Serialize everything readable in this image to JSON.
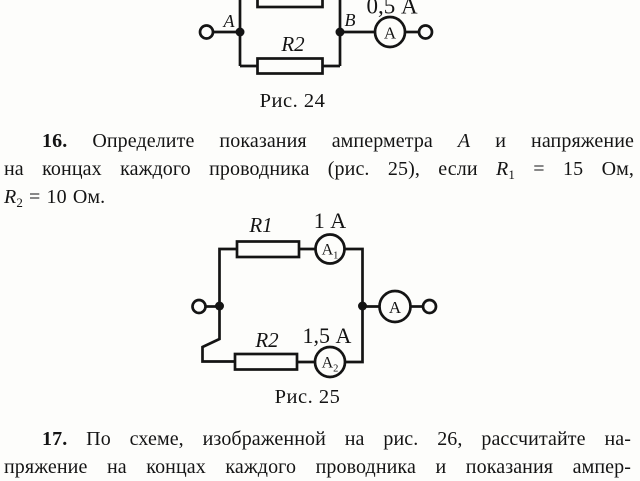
{
  "page": {
    "background": "#fdfdfb",
    "ink": "#141414"
  },
  "fig24": {
    "caption": "Рис. 24",
    "current_label": "0,5 А",
    "node_a": "A",
    "node_b": "B",
    "resistor2_label": "R2",
    "ammeter_letter": "А"
  },
  "fig25": {
    "caption": "Рис. 25",
    "resistor1_label": "R1",
    "branch1_current": "1 А",
    "resistor2_label": "R2",
    "branch2_current": "1,5 А",
    "ammeter1_letter": "А",
    "ammeter1_sub": "1",
    "ammeter2_letter": "А",
    "ammeter2_sub": "2",
    "ammeter_main_letter": "А"
  },
  "problem16": {
    "number": "16.",
    "seg1": "Определите показания амперметра",
    "seg_ampermeter": "А",
    "seg2": "и напряжение",
    "seg3": "на концах каждого проводника (рис. 25), если",
    "r1_symbol": "R",
    "r1_sub": "1",
    "r1_value": "= 15 Ом,",
    "r2_symbol": "R",
    "r2_sub": "2",
    "r2_value": "= 10 Ом."
  },
  "problem17": {
    "number": "17.",
    "line1": "По схеме, изображенной на рис. 26, рассчитайте на-",
    "line2": "пряжение на концах каждого проводника и показания ампер-"
  }
}
